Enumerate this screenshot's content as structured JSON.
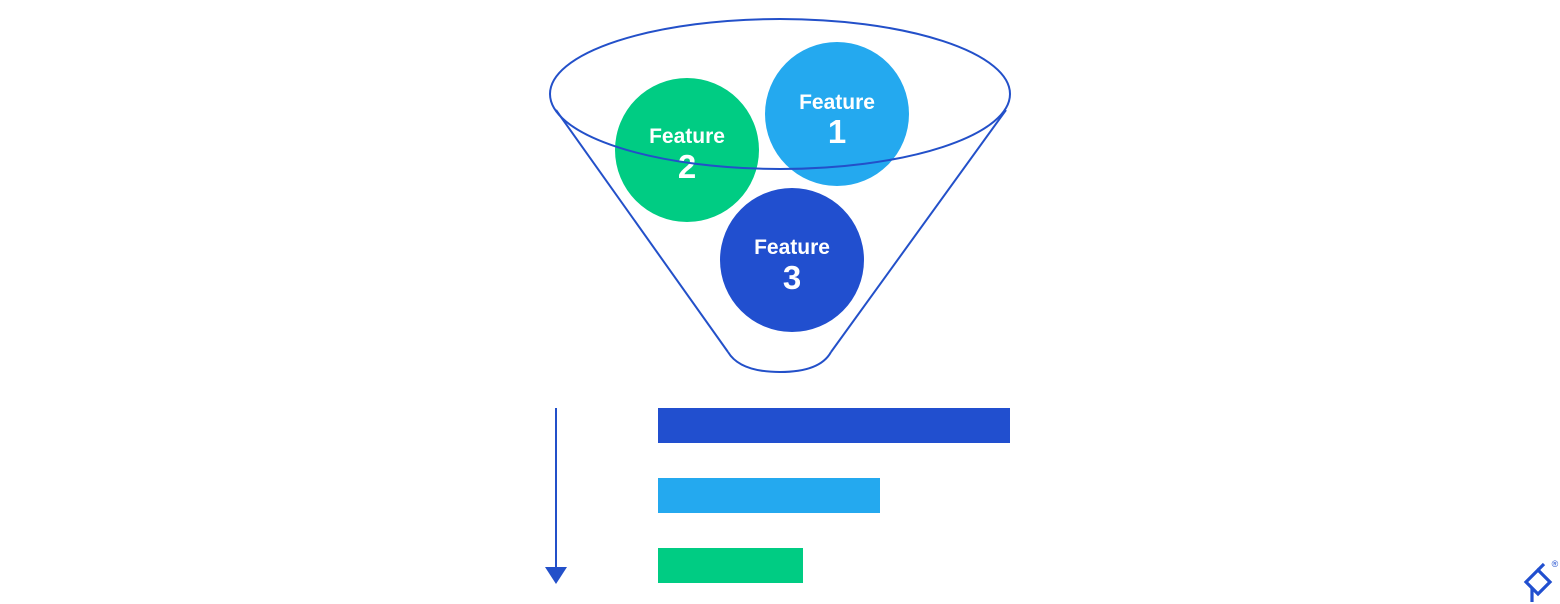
{
  "funnel": {
    "stroke_color": "#2350c9"
  },
  "features": [
    {
      "word": "Feature",
      "number": "1",
      "color": "#24a9ef"
    },
    {
      "word": "Feature",
      "number": "2",
      "color": "#00cc83"
    },
    {
      "word": "Feature",
      "number": "3",
      "color": "#214fcf"
    }
  ],
  "ranking": {
    "arrow_color": "#2350c9",
    "bars": [
      {
        "color": "#214fcf"
      },
      {
        "color": "#24a9ef"
      },
      {
        "color": "#00cc83"
      }
    ]
  },
  "logo": {
    "color": "#214fcf",
    "mark": "®"
  }
}
